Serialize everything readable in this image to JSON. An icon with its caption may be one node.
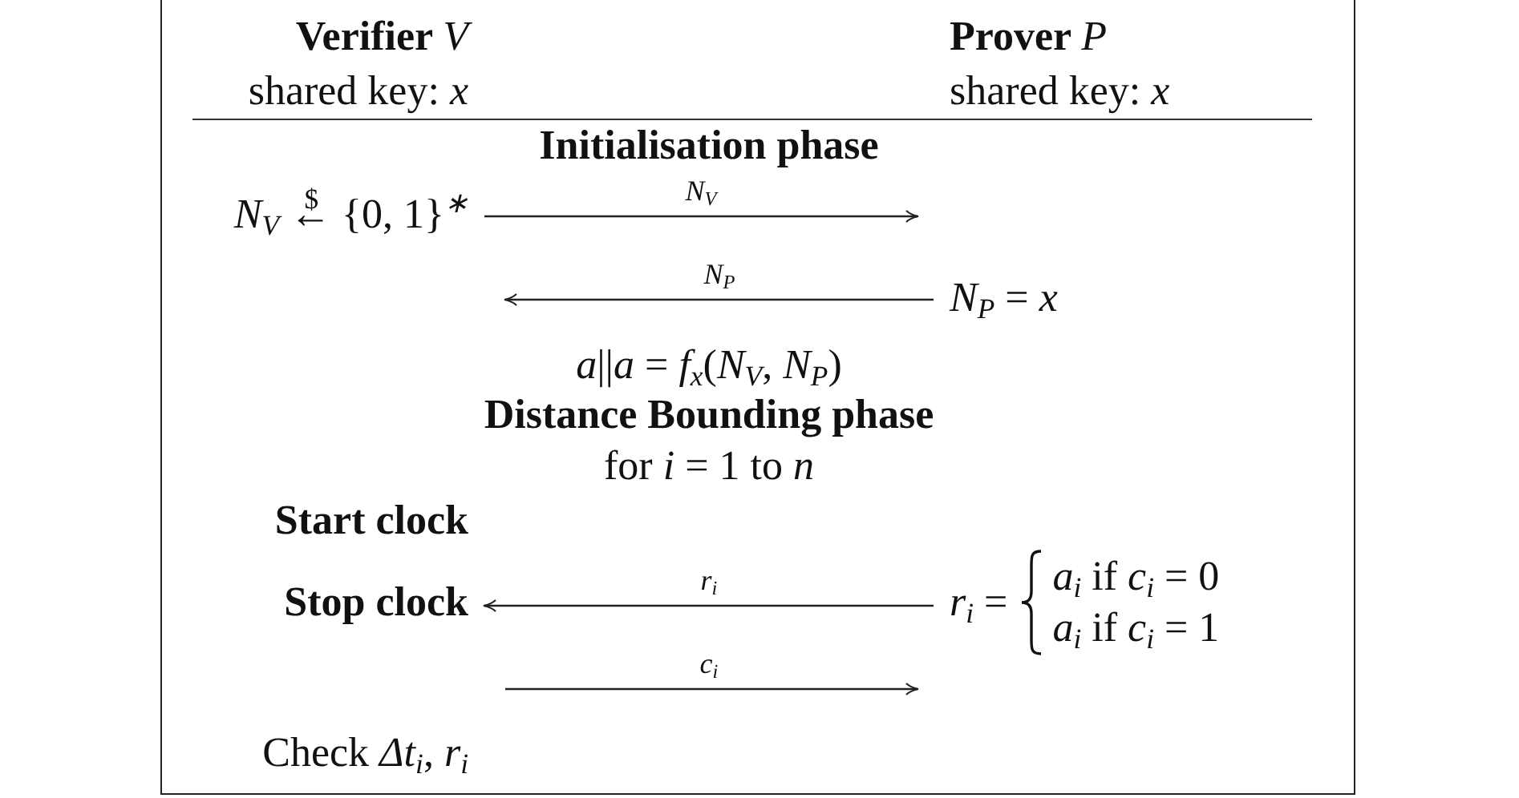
{
  "diagram": {
    "nodes": [
      {
        "text": [
          "*N*$_{V}$ ←$^{$}$ {0, 1}$^{∗}$"
        ]
      },
      {
        "text": [
          "*N*$_{P}$ = *x*"
        ]
      },
      {
        "text": [
          "Stop clock"
        ]
      },
      {
        "text": [
          "*r*$_{i}$ =",
          "*a*$_{i}$ if *c*$_{i}$ = 0",
          "*a*$_{i}$ if *c*$_{i}$ = 1"
        ]
      }
    ],
    "edges": [
      {
        "from": 0,
        "to": null,
        "arrow": "to",
        "label": "*N*$_{V}$"
      },
      {
        "from": 1,
        "to": null,
        "arrow": "to",
        "label": "*N*$_{P}$"
      },
      {
        "from": 3,
        "to": 2,
        "arrow": "to",
        "label": "*r*$_{i}$"
      }
    ],
    "labels": [
      "Verifier *V*",
      "Prover *P*",
      "shared key: *x*",
      "shared key: *x*",
      "Initialisation phase",
      "*a*||*a* = *f*$_{x}$(*N*$_{V}$, *N*$_{P}$)",
      "Distance Bounding phase",
      "for *i* = 1 to *n*",
      "Start clock",
      "*c*$_{i}$",
      "Check *Δt*$_{i}$, *r*$_{i}$"
    ]
  }
}
